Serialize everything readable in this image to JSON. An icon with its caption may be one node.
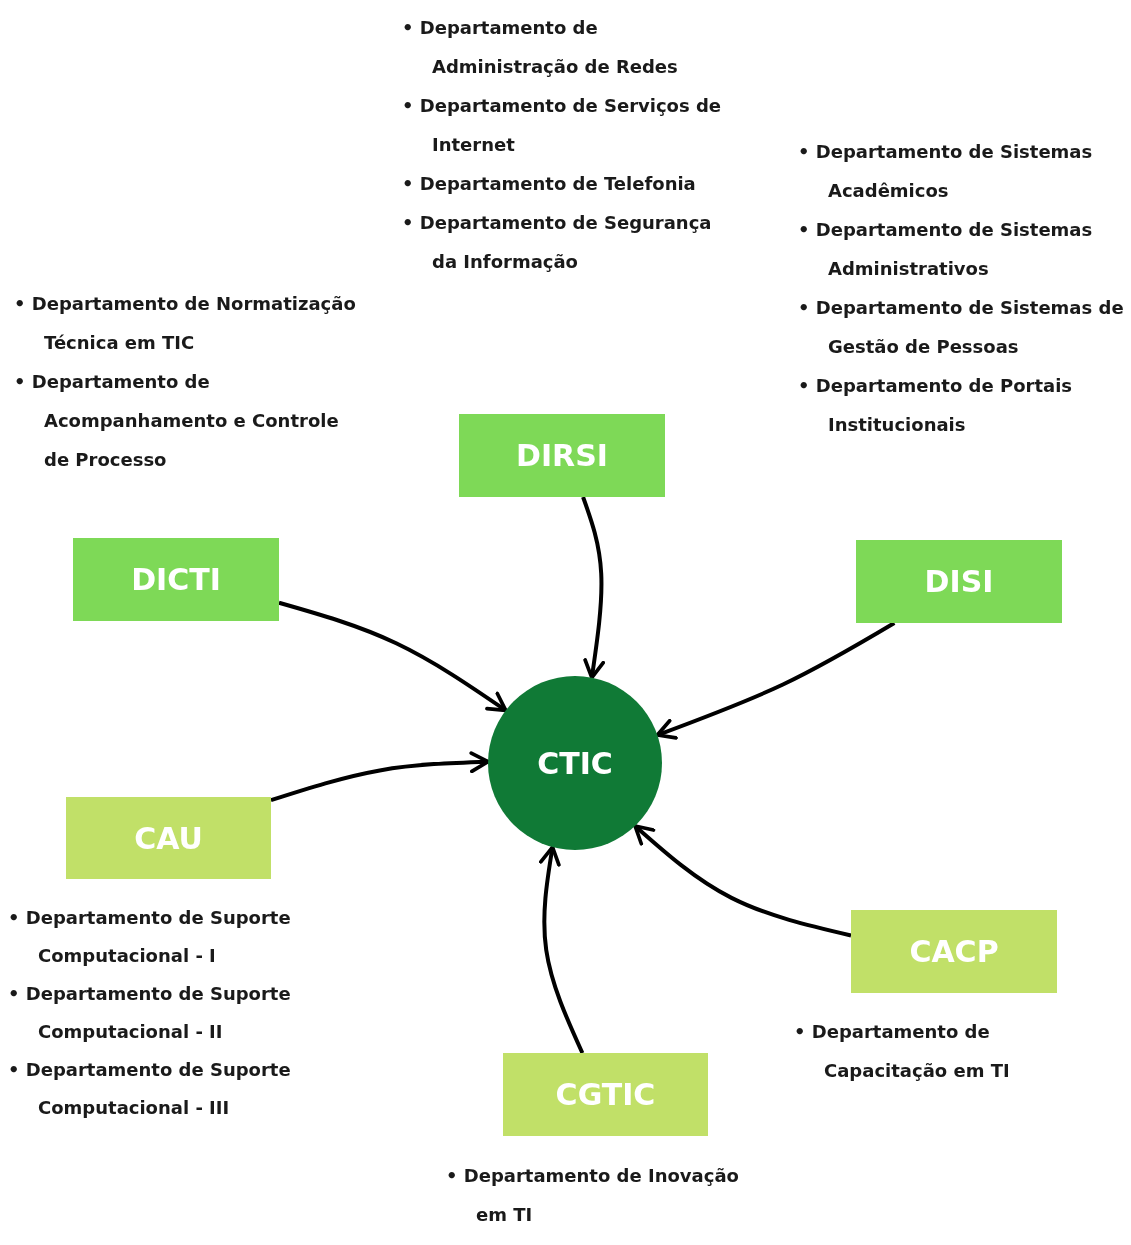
{
  "diagram": {
    "nodes": [
      {
        "text": [
          "CTIC"
        ]
      },
      {
        "text": [
          "DIRSI"
        ],
        "beside": [
          "• Departamento de Administração de Redes",
          "• Departamento de Serviços de Internet",
          "• Departamento de Telefonia",
          "• Departamento de Segurança da Informação"
        ]
      },
      {
        "text": [
          "DICTI"
        ],
        "beside": [
          "• Departamento de Normatização Técnica em TIC",
          "• Departamento de Acompanhamento e Controle de Processo"
        ]
      },
      {
        "text": [
          "DISI"
        ],
        "beside": [
          "• Departamento de Sistemas Acadêmicos",
          "• Departamento de Sistemas Administrativos",
          "• Departamento de Sistemas de Gestão de Pessoas",
          "• Departamento de Portais Institucionais"
        ]
      },
      {
        "text": [
          "CAU"
        ],
        "beside": [
          "• Departamento de Suporte Computacional - I",
          "• Departamento de Suporte Computacional - II",
          "• Departamento de Suporte Computacional - III"
        ]
      },
      {
        "text": [
          "CGTIC"
        ],
        "beside": [
          "• Departamento de Inovação em TI"
        ]
      },
      {
        "text": [
          "CACP"
        ],
        "beside": [
          "• Departamento de Capacitação em TI"
        ]
      }
    ],
    "edges": [
      {
        "from": 1,
        "to": 0,
        "arrow": "to"
      },
      {
        "from": 2,
        "to": 0,
        "arrow": "to"
      },
      {
        "from": 3,
        "to": 0,
        "arrow": "to"
      },
      {
        "from": 4,
        "to": 0,
        "arrow": "to"
      },
      {
        "from": 5,
        "to": 0,
        "arrow": "to"
      },
      {
        "from": 6,
        "to": 0,
        "arrow": "to"
      }
    ]
  }
}
